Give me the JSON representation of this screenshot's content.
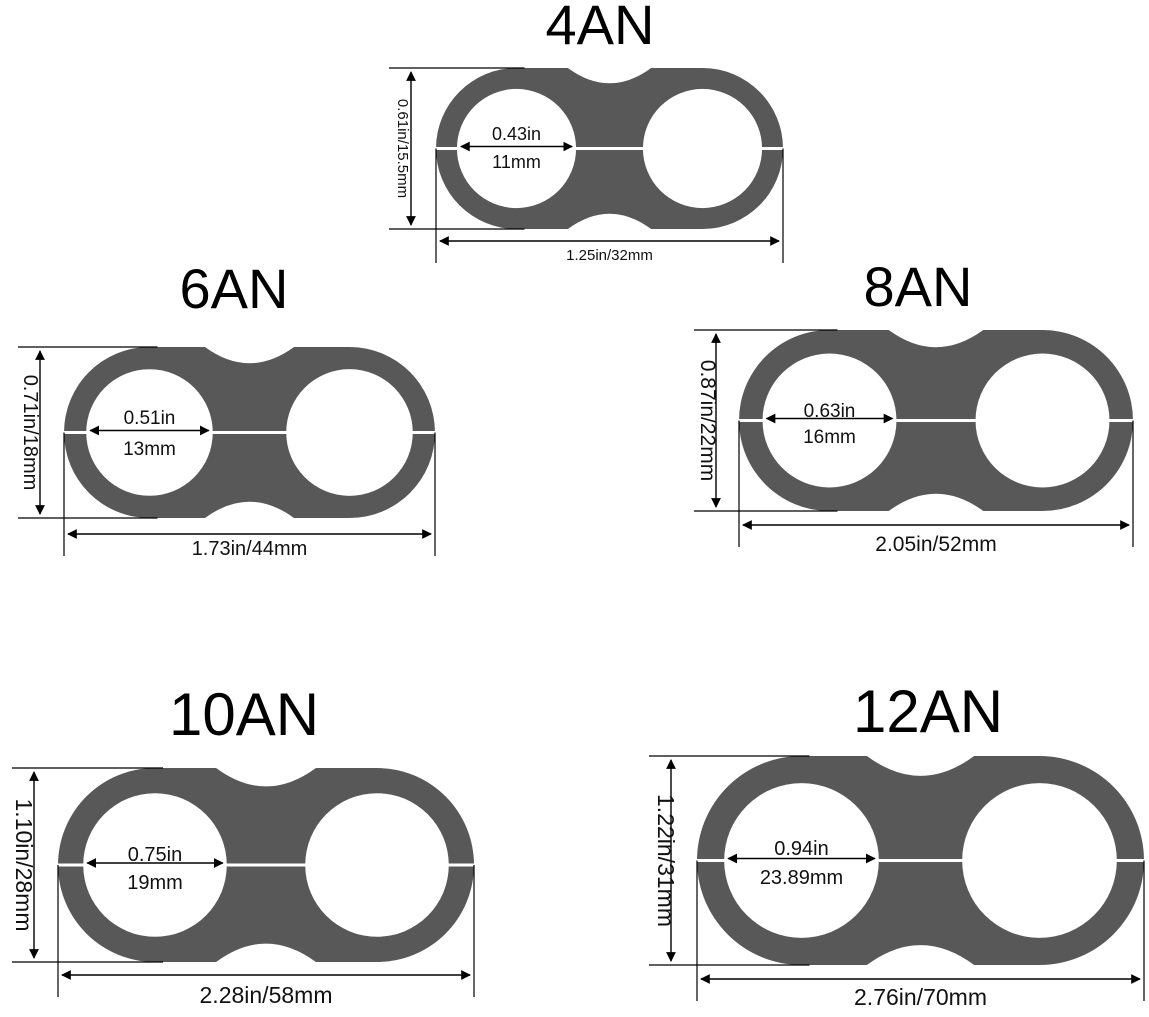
{
  "diagram": {
    "fill_color": "#585858",
    "text_color": "#000000",
    "clamps": [
      {
        "id": "4an",
        "title": "4AN",
        "height_label": "0.61in/15.5mm",
        "width_label": "1.25in/32mm",
        "hole_in": "0.43in",
        "hole_mm": "11mm"
      },
      {
        "id": "6an",
        "title": "6AN",
        "height_label": "0.71in/18mm",
        "width_label": "1.73in/44mm",
        "hole_in": "0.51in",
        "hole_mm": "13mm"
      },
      {
        "id": "8an",
        "title": "8AN",
        "height_label": "0.87in/22mm",
        "width_label": "2.05in/52mm",
        "hole_in": "0.63in",
        "hole_mm": "16mm"
      },
      {
        "id": "10an",
        "title": "10AN",
        "height_label": "1.10in/28mm",
        "width_label": "2.28in/58mm",
        "hole_in": "0.75in",
        "hole_mm": "19mm"
      },
      {
        "id": "12an",
        "title": "12AN",
        "height_label": "1.22in/31mm",
        "width_label": "2.76in/70mm",
        "hole_in": "0.94in",
        "hole_mm": "23.89mm"
      }
    ]
  }
}
